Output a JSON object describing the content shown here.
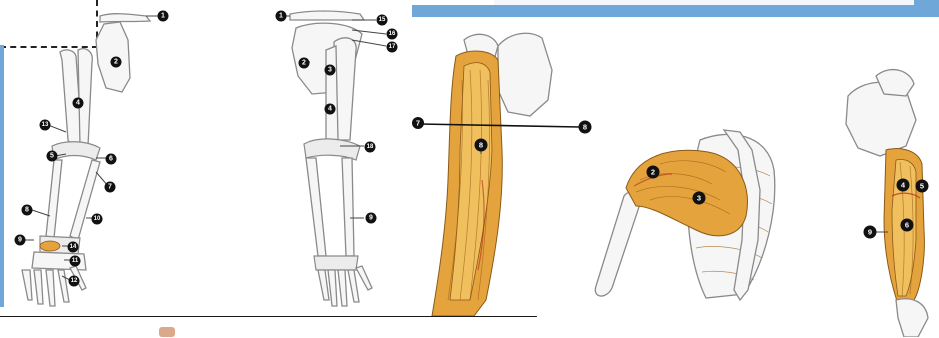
{
  "colors": {
    "background": "#ffffff",
    "bone_fill": "#f6f6f6",
    "bone_outline": "#8a8a8a",
    "muscle": "#e5a33d",
    "marker": "#111111",
    "blue_strip": "#6fa7d8"
  },
  "figures": {
    "arm_front": {
      "markers": [
        "1",
        "2",
        "4",
        "13",
        "5",
        "6",
        "7",
        "8",
        "10",
        "9",
        "14",
        "11",
        "12"
      ]
    },
    "arm_back": {
      "markers": [
        "1",
        "15",
        "16",
        "17",
        "2",
        "3",
        "4",
        "18",
        "9"
      ]
    },
    "biceps_arm": {
      "markers": [
        "7",
        "8",
        "8"
      ]
    },
    "deltoid_shoulder": {
      "markers": [
        "2",
        "3"
      ]
    },
    "upper_arm_muscles": {
      "markers": [
        "4",
        "5",
        "6",
        "9"
      ]
    }
  },
  "icons": {
    "bottom_thumbnail": "thumbnail-icon"
  }
}
